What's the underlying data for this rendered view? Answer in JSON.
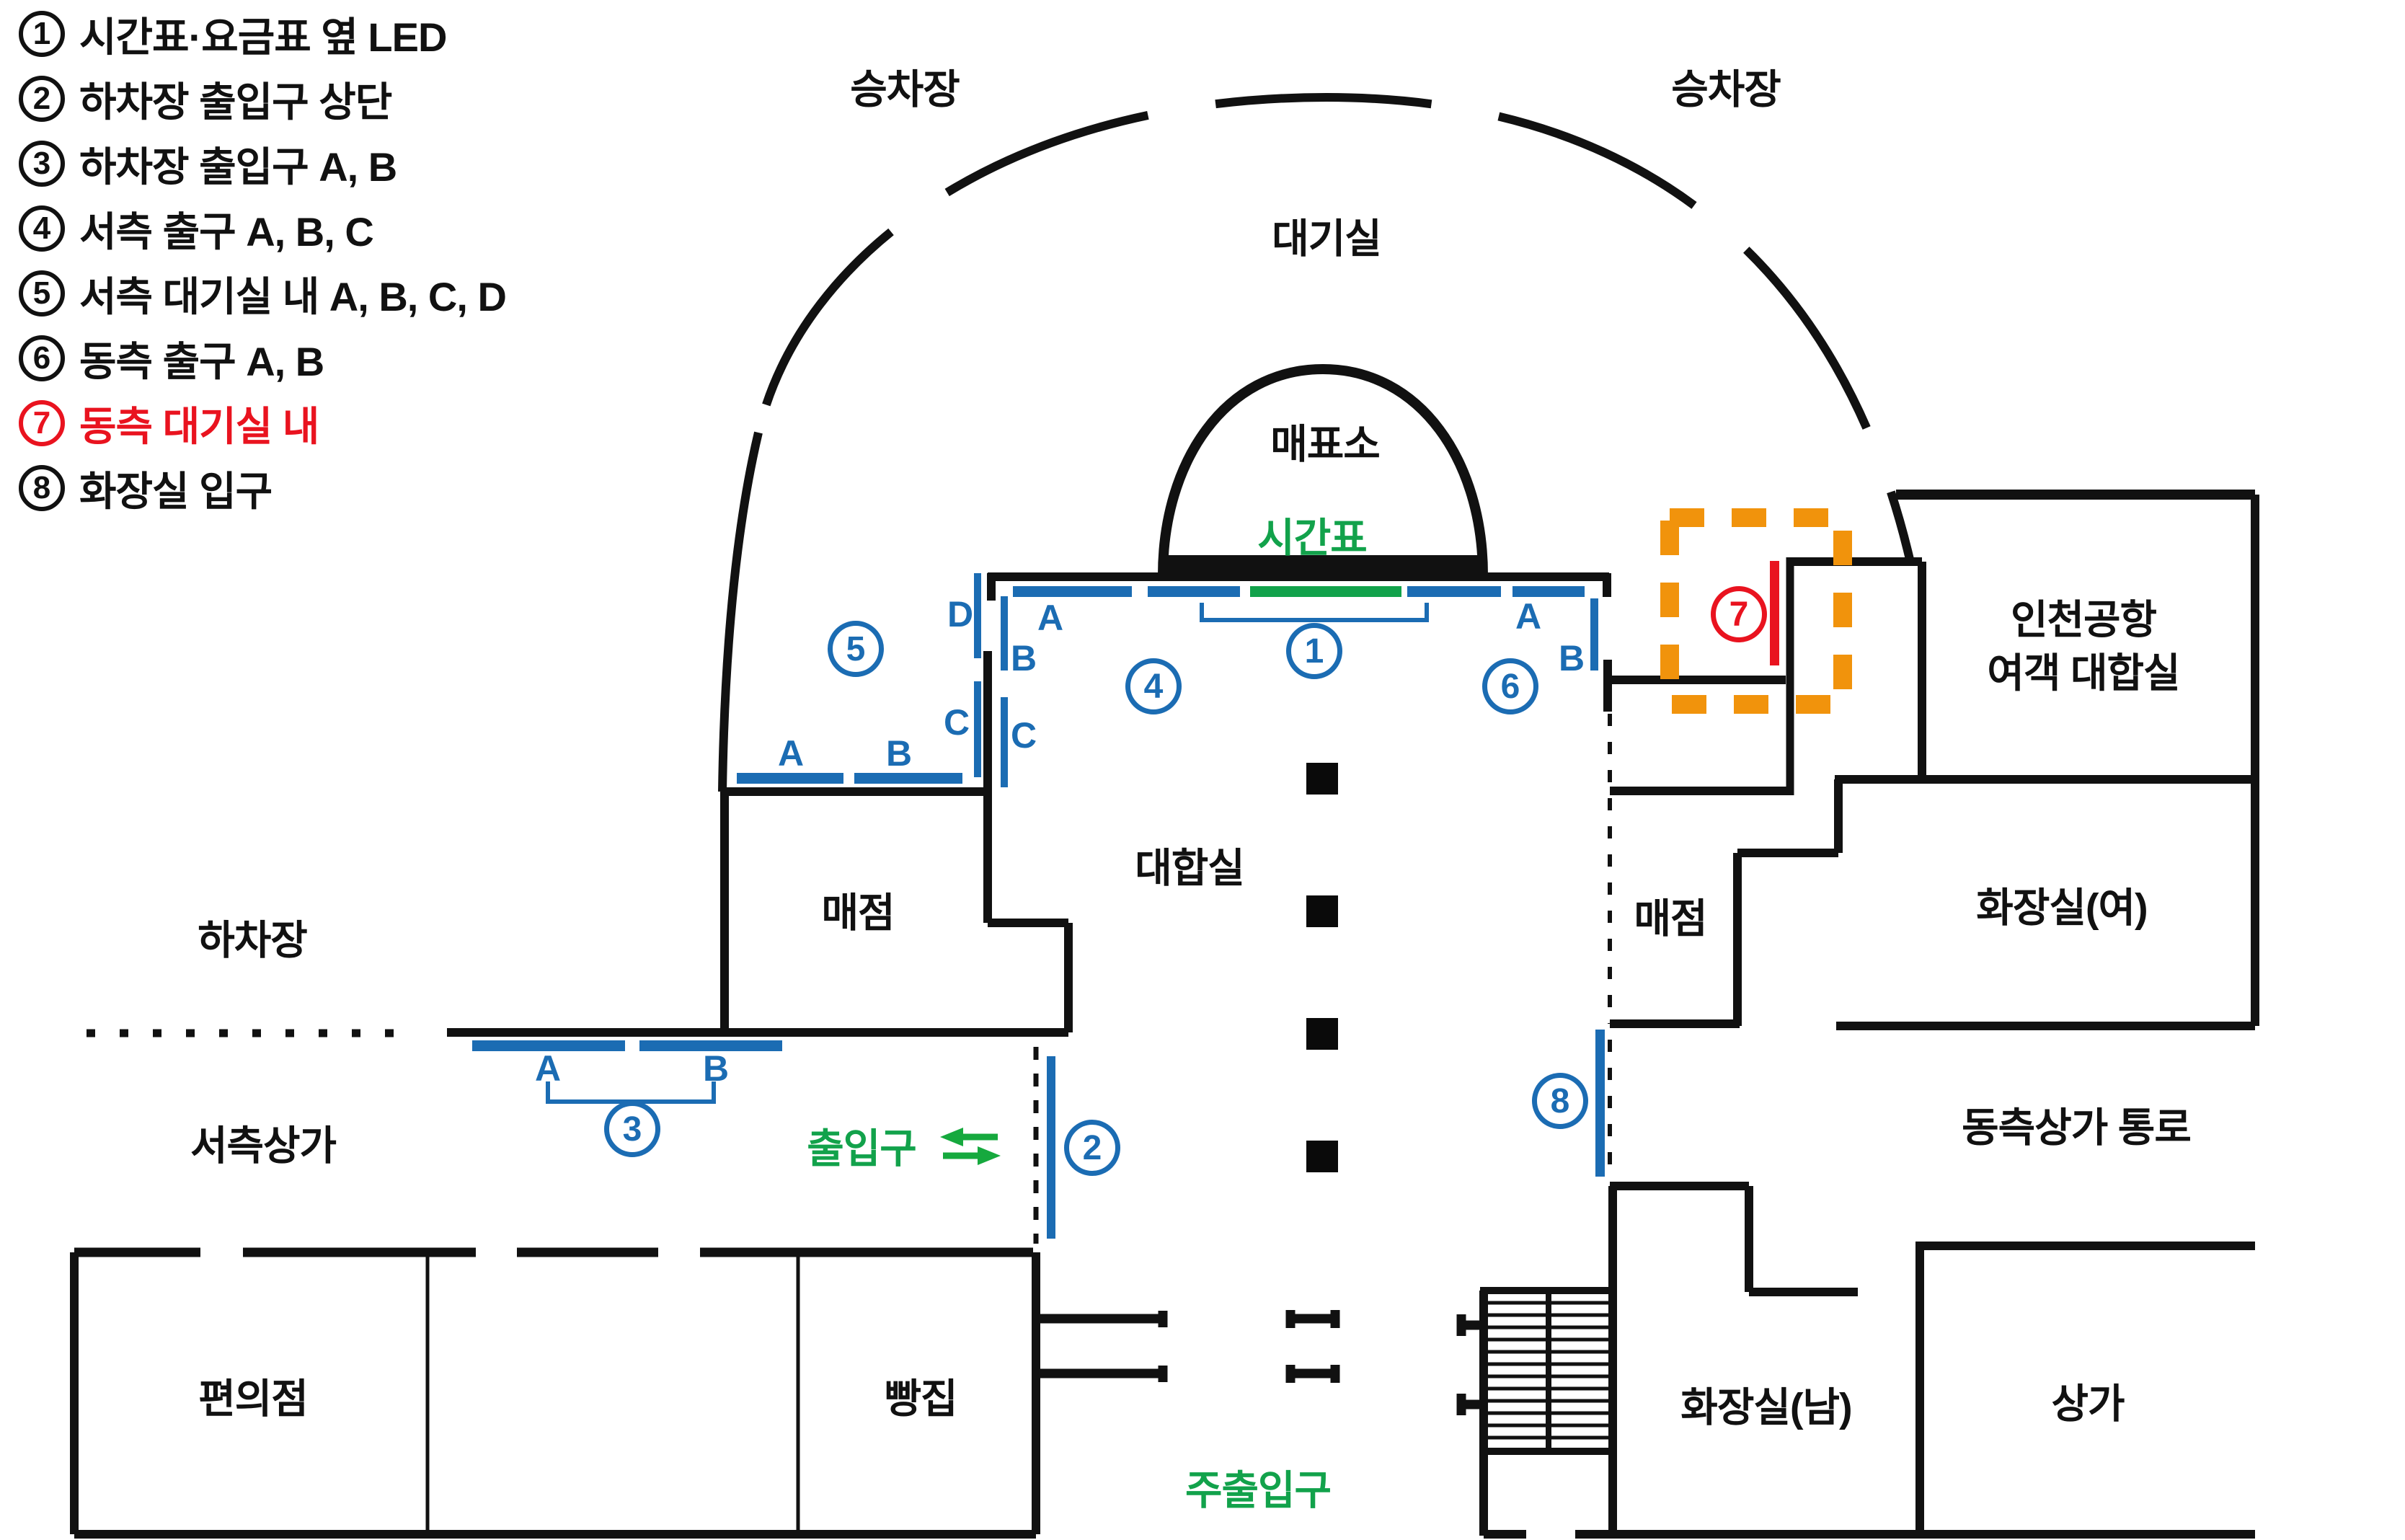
{
  "legend": {
    "items": [
      {
        "num": "1",
        "label": "시간표·요금표 옆 LED",
        "color": "#111111"
      },
      {
        "num": "2",
        "label": "하차장 출입구 상단",
        "color": "#111111"
      },
      {
        "num": "3",
        "label": "하차장 출입구 A, B",
        "color": "#111111"
      },
      {
        "num": "4",
        "label": "서측 출구 A, B, C",
        "color": "#111111"
      },
      {
        "num": "5",
        "label": "서측 대기실 내 A, B, C, D",
        "color": "#111111"
      },
      {
        "num": "6",
        "label": "동측 출구 A, B",
        "color": "#111111"
      },
      {
        "num": "7",
        "label": "동측 대기실 내",
        "color": "#e9131f"
      },
      {
        "num": "8",
        "label": "화장실 입구",
        "color": "#111111"
      }
    ]
  },
  "rooms": {
    "boarding_left": "승차장",
    "boarding_right": "승차장",
    "waiting_top": "대기실",
    "ticket_office": "매표소",
    "incheon_line1": "인천공항",
    "incheon_line2": "여객 대합실",
    "main_hall": "대합실",
    "store_west": "매점",
    "store_east": "매점",
    "toilet_women": "화장실(여)",
    "alight_area": "하차장",
    "west_shops": "서측상가",
    "east_corridor": "동측상가 통로",
    "convenience": "편의점",
    "bakery": "빵집",
    "toilet_men": "화장실(남)",
    "shops": "상가"
  },
  "green_labels": {
    "timetable": "시간표",
    "entrance": "출입구",
    "main_entrance": "주출입구"
  },
  "letters": {
    "west_d": "D",
    "west_exit_a": "A",
    "west_exit_b": "B",
    "west_exit_c": "C",
    "west_in_c": "C",
    "west_in_a": "A",
    "west_in_b": "B",
    "gate3_a": "A",
    "gate3_b": "B",
    "east_exit_a": "A",
    "east_exit_b": "B"
  },
  "colors": {
    "wall": "#111111",
    "led_blue": "#1b6cb3",
    "green": "#12a24b",
    "highlight_orange": "#f1930c",
    "highlight_red": "#e9131f"
  }
}
